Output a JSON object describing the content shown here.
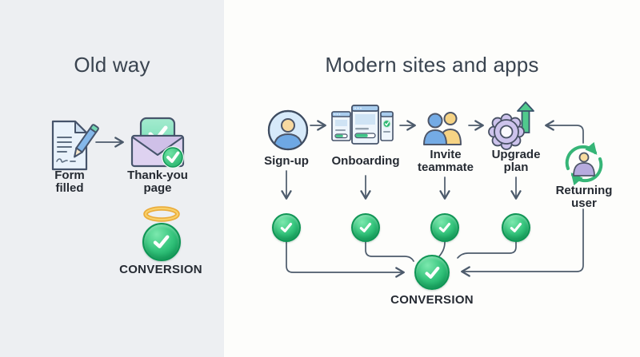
{
  "old_way": {
    "title": "Old way",
    "steps": [
      {
        "label": "Form\nfilled",
        "icon": "form-filled-icon"
      },
      {
        "label": "Thank-you\npage",
        "icon": "thank-you-page-icon"
      }
    ],
    "halo_icon": "halo-icon",
    "conversion_label": "CONVERSION"
  },
  "modern": {
    "title": "Modern sites and apps",
    "steps": [
      {
        "label": "Sign-up",
        "icon": "sign-up-icon"
      },
      {
        "label": "Onboarding",
        "icon": "onboarding-icon"
      },
      {
        "label": "Invite\nteammate",
        "icon": "invite-teammate-icon"
      },
      {
        "label": "Upgrade\nplan",
        "icon": "upgrade-plan-icon"
      },
      {
        "label": "Returning\nuser",
        "icon": "returning-user-icon"
      }
    ],
    "conversion_label": "CONVERSION"
  },
  "colors": {
    "left_bg": "#edeff2",
    "right_bg": "#fdfdfb",
    "connector": "#4c5a6b",
    "badge_green": "#22b76c",
    "halo_gold": "#eaab3a",
    "title_text": "#3a4450",
    "label_text": "#262b33"
  }
}
